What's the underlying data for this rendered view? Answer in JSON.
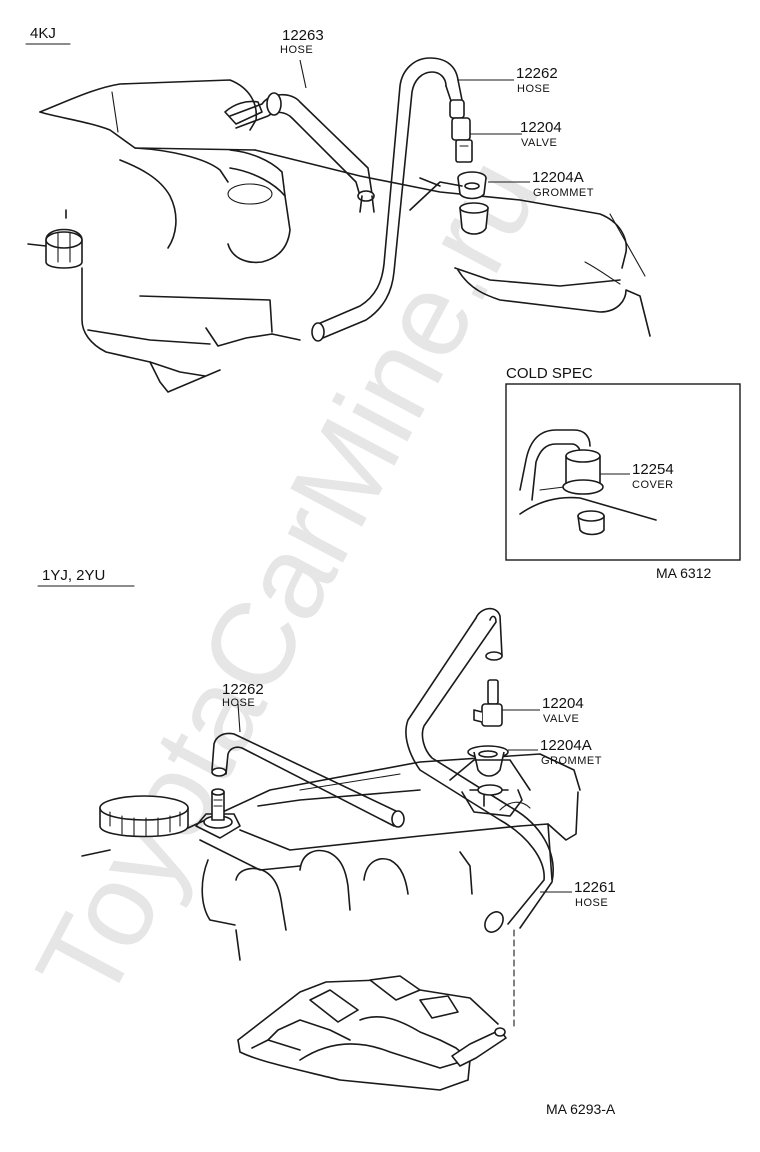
{
  "watermark": "ToyotaCarMine.ru",
  "section_top": {
    "label": "4KJ"
  },
  "section_bottom": {
    "label": "1YJ, 2YU"
  },
  "cold_spec": {
    "title": "COLD SPEC"
  },
  "callouts_top": [
    {
      "number": "12263",
      "name": "HOSE"
    },
    {
      "number": "12262",
      "name": "HOSE"
    },
    {
      "number": "12204",
      "name": "VALVE"
    },
    {
      "number": "12204A",
      "name": "GROMMET"
    }
  ],
  "callout_cold": {
    "number": "12254",
    "name": "COVER"
  },
  "callouts_bottom": [
    {
      "number": "12262",
      "name": "HOSE"
    },
    {
      "number": "12204",
      "name": "VALVE"
    },
    {
      "number": "12204A",
      "name": "GROMMET"
    },
    {
      "number": "12261",
      "name": "HOSE"
    }
  ],
  "ref_top": "MA 6312",
  "ref_bottom": "MA  6293-A"
}
